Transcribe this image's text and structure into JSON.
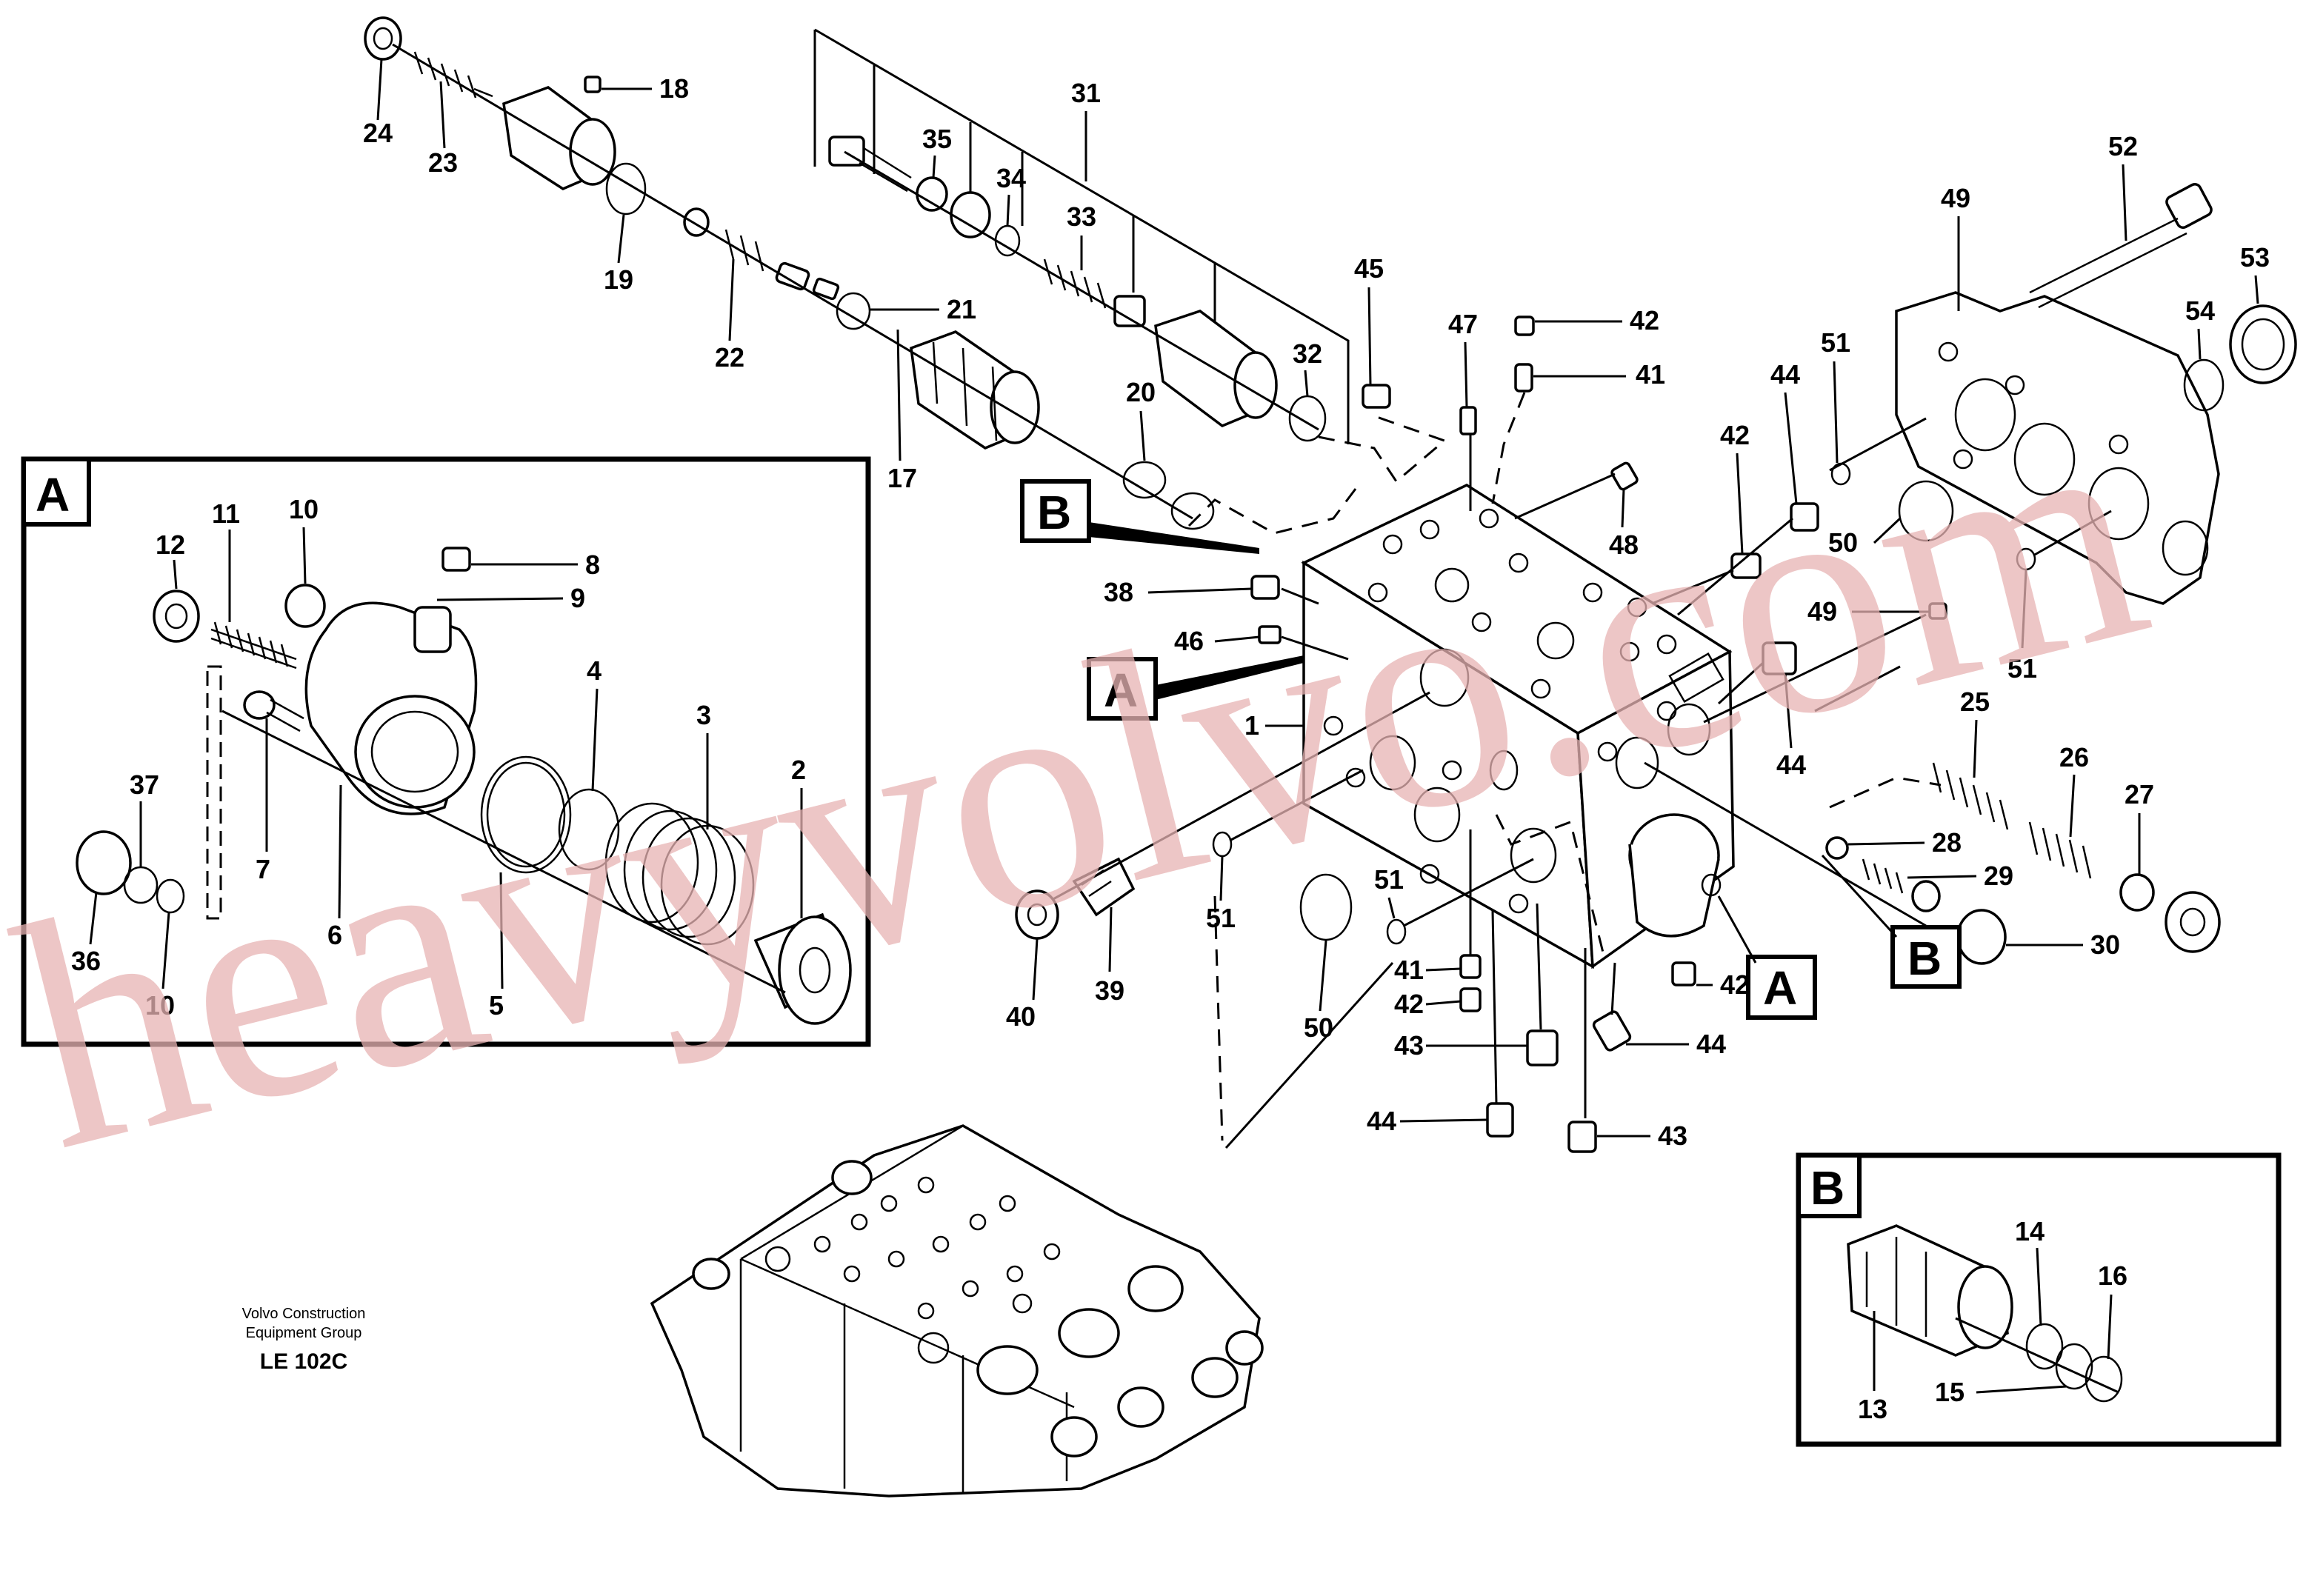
{
  "caption": {
    "company_line1": "Volvo Construction",
    "company_line2": "Equipment Group",
    "code": "LE 102C"
  },
  "watermark": "heavyvolvo.com",
  "detail_views": {
    "a_label": "A",
    "b_label": "B"
  },
  "callouts": {
    "c1": "1",
    "c2": "2",
    "c3": "3",
    "c4": "4",
    "c5": "5",
    "c6": "6",
    "c7": "7",
    "c8": "8",
    "c9": "9",
    "c10a": "10",
    "c10b": "10",
    "c11": "11",
    "c12": "12",
    "c13": "13",
    "c14": "14",
    "c15": "15",
    "c16": "16",
    "c17": "17",
    "c18": "18",
    "c19": "19",
    "c20": "20",
    "c21": "21",
    "c22": "22",
    "c23": "23",
    "c24": "24",
    "c25": "25",
    "c26": "26",
    "c27": "27",
    "c28": "28",
    "c29": "29",
    "c30": "30",
    "c31": "31",
    "c32": "32",
    "c33": "33",
    "c34": "34",
    "c35": "35",
    "c36": "36",
    "c37": "37",
    "c38": "38",
    "c39": "39",
    "c40": "40",
    "c41a": "41",
    "c41b": "41",
    "c42a": "42",
    "c42b": "42",
    "c42c": "42",
    "c42d": "42",
    "c43a": "43",
    "c43b": "43",
    "c44a": "44",
    "c44b": "44",
    "c44c": "44",
    "c44d": "44",
    "c45": "45",
    "c46": "46",
    "c47": "47",
    "c48": "48",
    "c49a": "49",
    "c49b": "49",
    "c50a": "50",
    "c50b": "50",
    "c51a": "51",
    "c51b": "51",
    "c51c": "51",
    "c51d": "51",
    "c52": "52",
    "c53": "53",
    "c54": "54"
  },
  "section_markers": {
    "b_top": "B",
    "a_left": "A",
    "a_right": "A",
    "b_right": "B"
  }
}
